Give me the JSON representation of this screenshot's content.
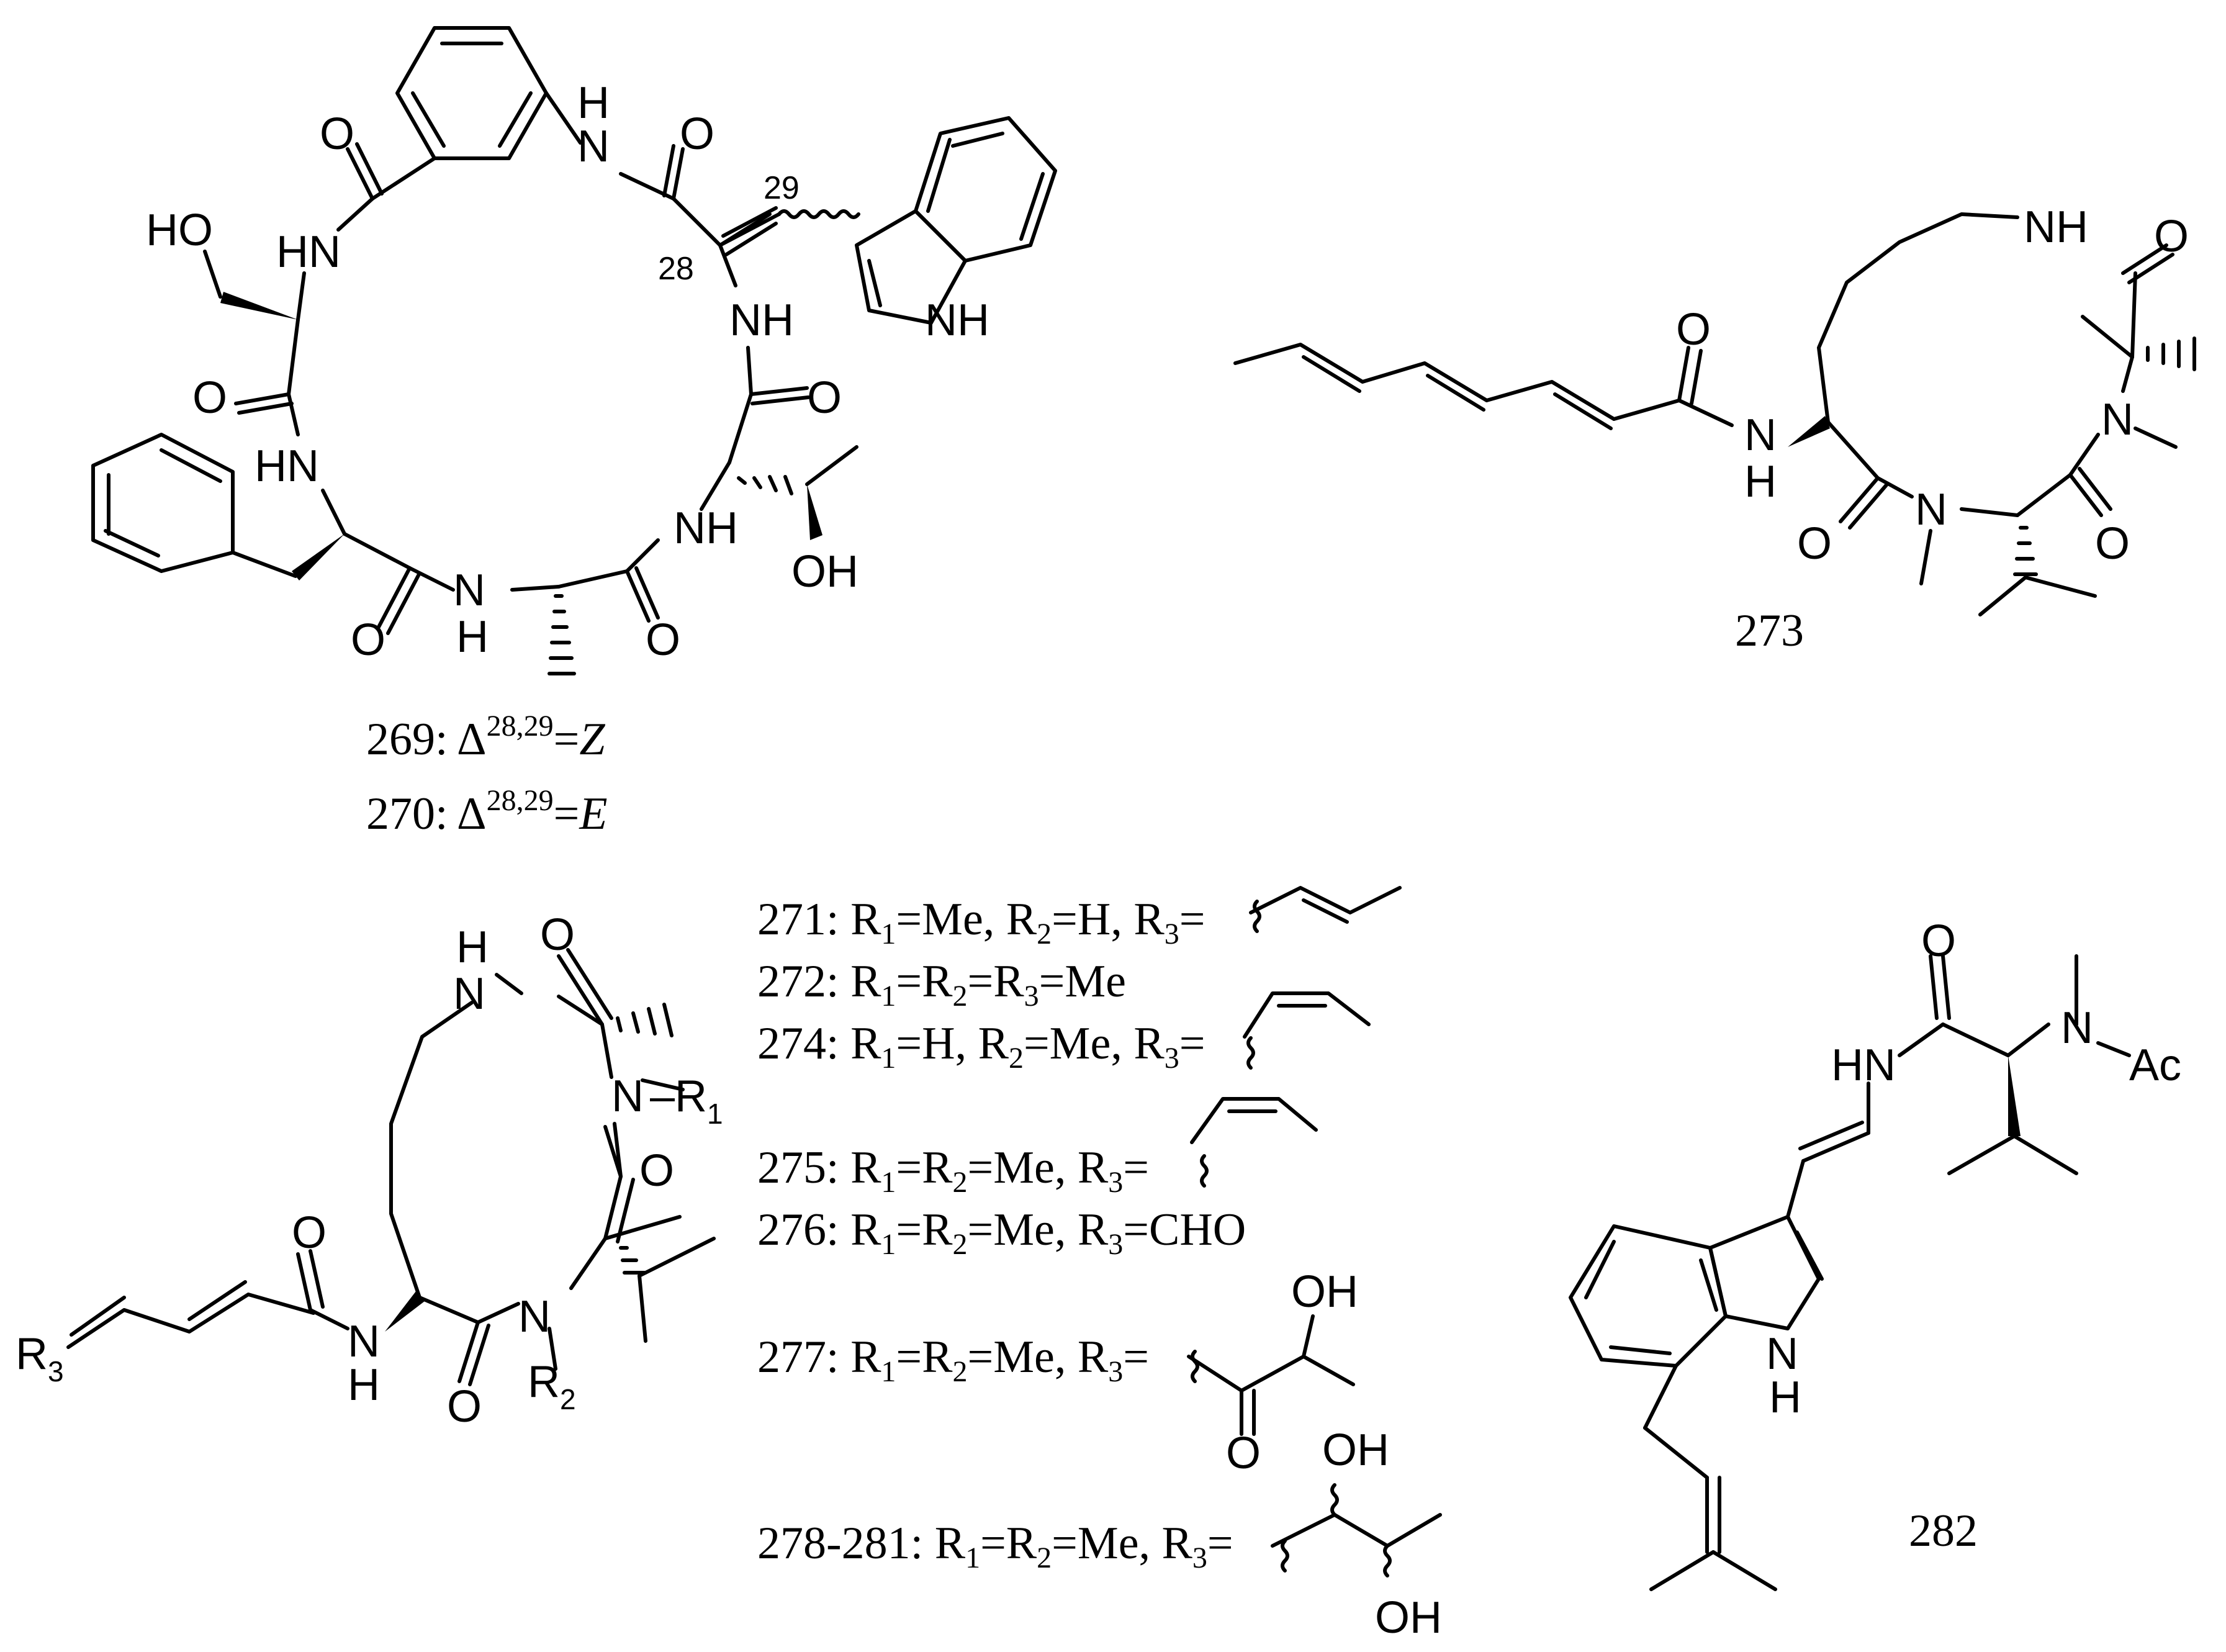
{
  "compounds": {
    "c269": {
      "num": "269",
      "delta": "Δ",
      "sup": "28,29",
      "eq": "=",
      "iso": "Z"
    },
    "c270": {
      "num": "270",
      "delta": "Δ",
      "sup": "28,29",
      "eq": "=",
      "iso": "E"
    },
    "c273": {
      "num": "273"
    },
    "c282": {
      "num": "282"
    }
  },
  "locants": {
    "a": "28",
    "b": "29"
  },
  "atoms": {
    "O": "O",
    "H": "H",
    "N": "N",
    "NH": "NH",
    "HN": "HN",
    "HO": "HO",
    "OH": "OH",
    "Ac": "Ac",
    "R": "R",
    "r1": "1",
    "r2": "2",
    "r3": "3"
  },
  "table": {
    "r271": {
      "num": "271:",
      "text": [
        "R",
        "1",
        "=Me, R",
        "2",
        "=H, R",
        "3",
        "="
      ]
    },
    "r272": {
      "num": "272:",
      "text": [
        "R",
        "1",
        "=R",
        "2",
        "=R",
        "3",
        "=Me"
      ]
    },
    "r274": {
      "num": "274:",
      "text": [
        "R",
        "1",
        "=H, R",
        "2",
        "=Me, R",
        "3",
        "="
      ]
    },
    "r275": {
      "num": "275:",
      "text": [
        "R",
        "1",
        "=R",
        "2",
        "=Me, R",
        "3",
        "="
      ]
    },
    "r276": {
      "num": "276:",
      "text": [
        "R",
        "1",
        "=R",
        "2",
        "=Me, R",
        "3",
        "=CHO"
      ]
    },
    "r277": {
      "num": "277:",
      "text": [
        "R",
        "1",
        "=R",
        "2",
        "=Me, R",
        "3",
        "="
      ]
    },
    "r278": {
      "num": "278-281:",
      "text": [
        "R",
        "1",
        "=R",
        "2",
        "=Me, R",
        "3",
        "="
      ]
    }
  }
}
